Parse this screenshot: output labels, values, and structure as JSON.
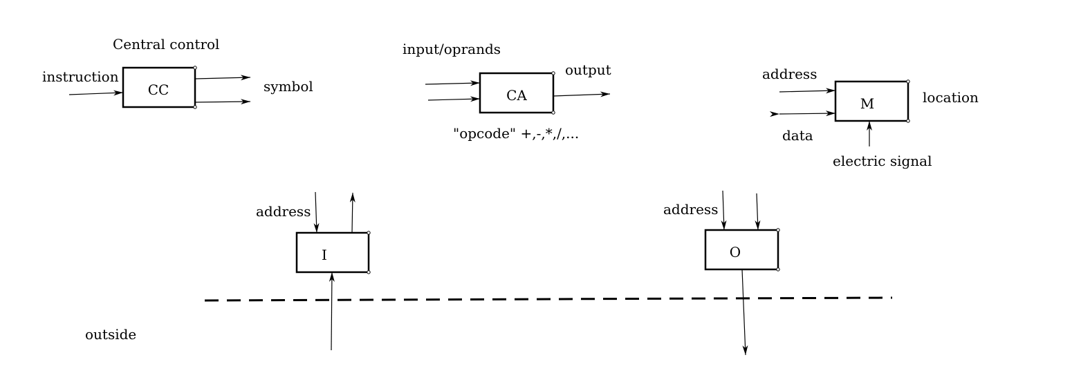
{
  "cc": {
    "title": "Central control",
    "box": "CC",
    "input": "instruction",
    "output": "symbol"
  },
  "ca": {
    "box": "CA",
    "input": "input/oprands",
    "output": "output",
    "opcode": "\"opcode\" +,-,*,/,..."
  },
  "m": {
    "box": "M",
    "address": "address",
    "data": "data",
    "location": "location",
    "signal": "electric signal"
  },
  "i": {
    "box": "I",
    "address": "address"
  },
  "o": {
    "box": "O",
    "address": "address"
  },
  "outside": "outside"
}
